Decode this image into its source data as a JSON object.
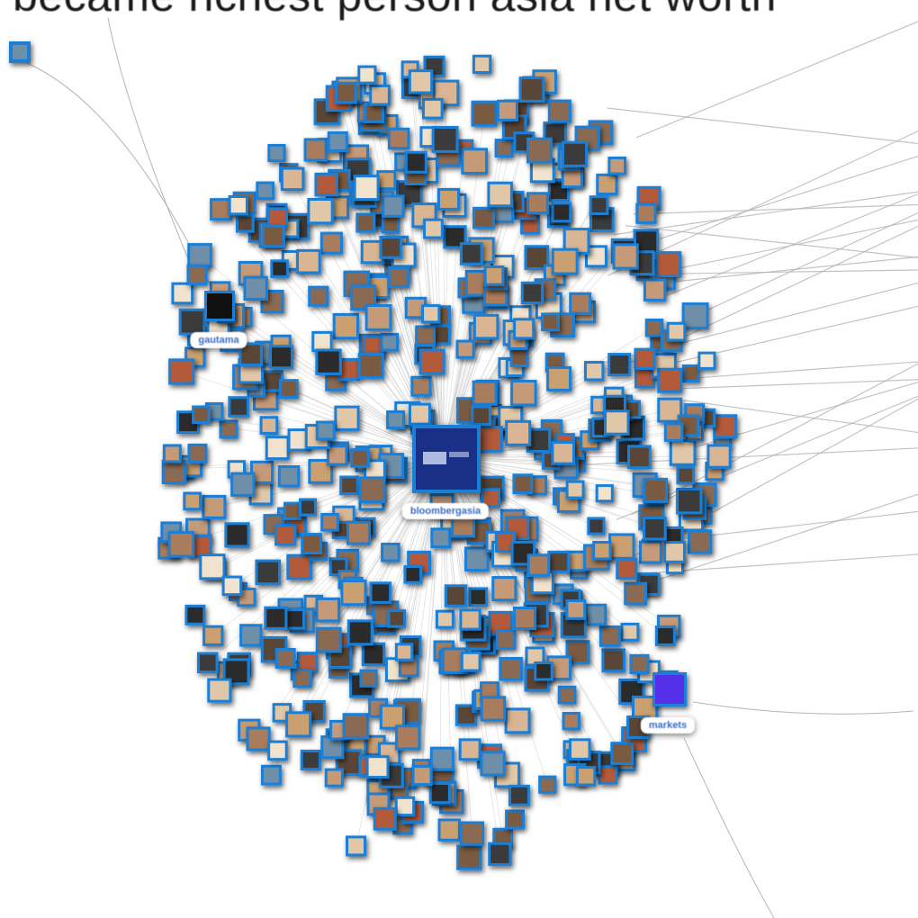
{
  "title": "became richest person asia net worth",
  "graph": {
    "node_border_color": "#1e7fd6",
    "edge_color": "#b5b5b5",
    "center_node_color": "#1a2f86",
    "labels": [
      {
        "id": "label-1",
        "text": "bloombergasia"
      },
      {
        "id": "label-2",
        "text": "markets"
      },
      {
        "id": "label-3",
        "text": "gautama"
      }
    ]
  }
}
